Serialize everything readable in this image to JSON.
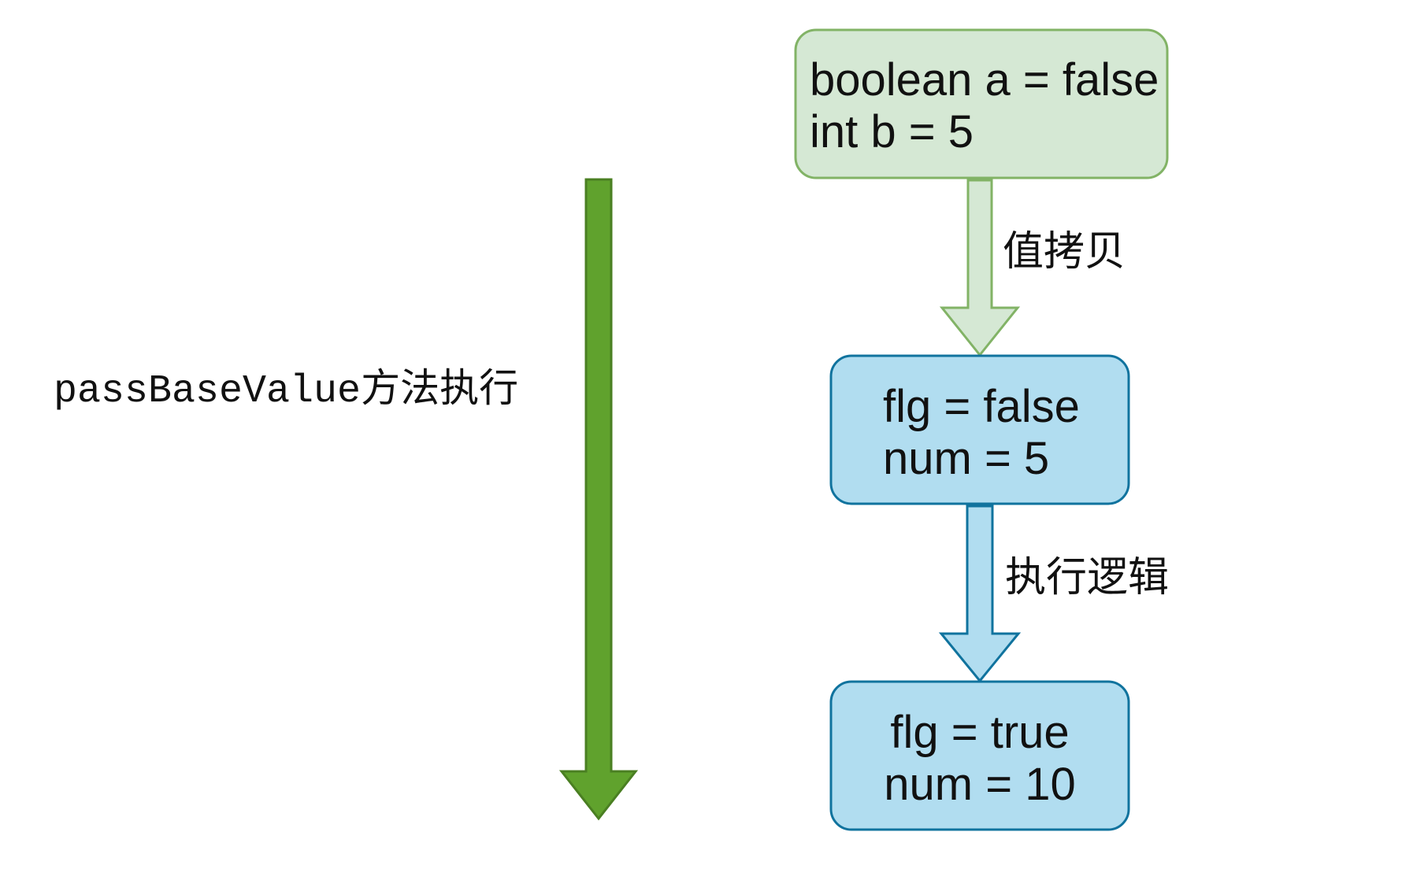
{
  "timeline": {
    "method_name": "passBaseValue",
    "method_suffix": "方法执行",
    "arrow_color": "#60a22d"
  },
  "source_box": {
    "line1": "boolean a = false",
    "line2": "int b = 5",
    "fill_color": "#d5e8d4",
    "stroke_color": "#82b366"
  },
  "copy_step": {
    "label": "值拷贝",
    "arrow_fill": "#d5e8d4",
    "arrow_stroke": "#82b366"
  },
  "param_box": {
    "line1": "flg = false",
    "line2": "num = 5",
    "fill_color": "#b1ddf0",
    "stroke_color": "#10739e"
  },
  "logic_step": {
    "label": "执行逻辑",
    "arrow_fill": "#b1ddf0",
    "arrow_stroke": "#10739e"
  },
  "result_box": {
    "line1": "flg = true",
    "line2": "num = 10",
    "fill_color": "#b1ddf0",
    "stroke_color": "#10739e"
  }
}
